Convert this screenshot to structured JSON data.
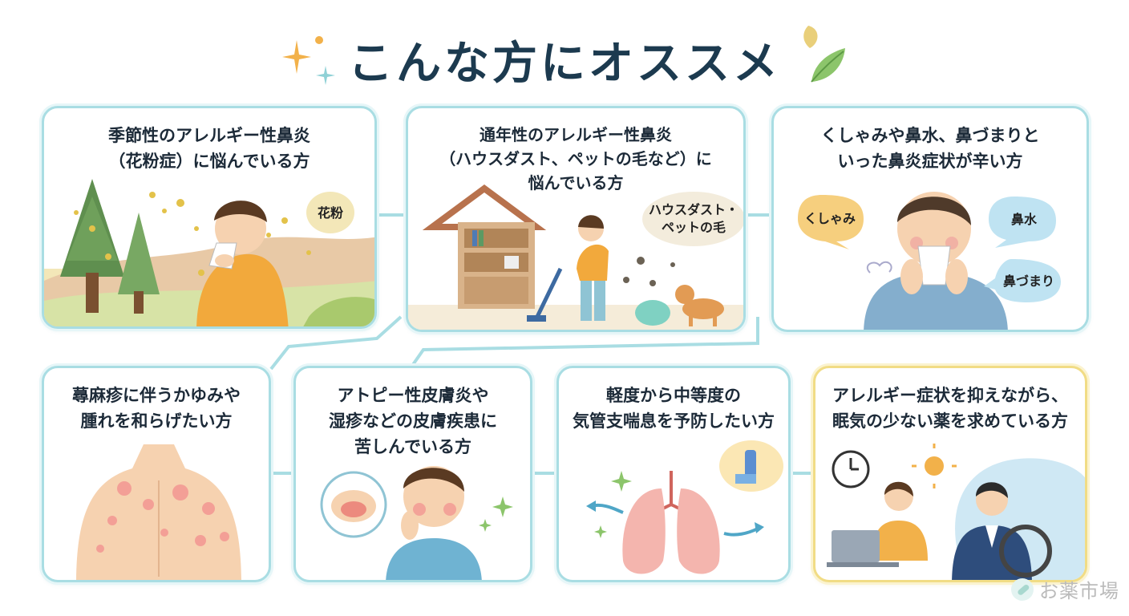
{
  "title": "こんな方にオススメ",
  "cards": [
    {
      "caption": "季節性のアレルギー性鼻炎\n（花粉症）に悩んでいる方",
      "bubbles": [
        "花粉"
      ],
      "icons": [
        "pine-tree-icon",
        "sneezing-person-icon",
        "pollen-icon"
      ]
    },
    {
      "caption": "通年性のアレルギー性鼻炎\n（ハウスダスト、ペットの毛など）に\n悩んでいる方",
      "bubbles": [
        "ハウスダスト・\nペットの毛"
      ],
      "icons": [
        "house-icon",
        "vacuum-cleaner-icon",
        "dog-icon",
        "dust-mite-icon"
      ]
    },
    {
      "caption": "くしゃみや鼻水、鼻づまりと\nいった鼻炎症状が辛い方",
      "bubbles": [
        "くしゃみ",
        "鼻水",
        "鼻づまり"
      ],
      "icons": [
        "tissue-person-icon"
      ]
    },
    {
      "caption": "蕁麻疹に伴うかゆみや\n腫れを和らげたい方",
      "bubbles": [],
      "icons": [
        "back-rash-icon"
      ]
    },
    {
      "caption": "アトピー性皮膚炎や\n湿疹などの皮膚疾患に\n苦しんでいる方",
      "bubbles": [],
      "icons": [
        "skin-closeup-icon",
        "itchy-face-icon",
        "sparkle-icon"
      ]
    },
    {
      "caption": "軽度から中等度の\n気管支喘息を予防したい方",
      "bubbles": [],
      "icons": [
        "lungs-icon",
        "inhaler-icon",
        "airflow-arrow-icon"
      ]
    },
    {
      "caption": "アレルギー症状を抑えながら、\n眠気の少ない薬を求めている方",
      "bubbles": [],
      "icons": [
        "clock-icon",
        "sun-icon",
        "laptop-worker-icon",
        "driver-icon"
      ]
    }
  ],
  "watermark": "お薬市場",
  "colors": {
    "border": "#a9dde3",
    "highlight_border": "#f1dc85",
    "title": "#1c3a4f",
    "accent_orange": "#f2b14a",
    "accent_blue": "#bfe3f2"
  }
}
